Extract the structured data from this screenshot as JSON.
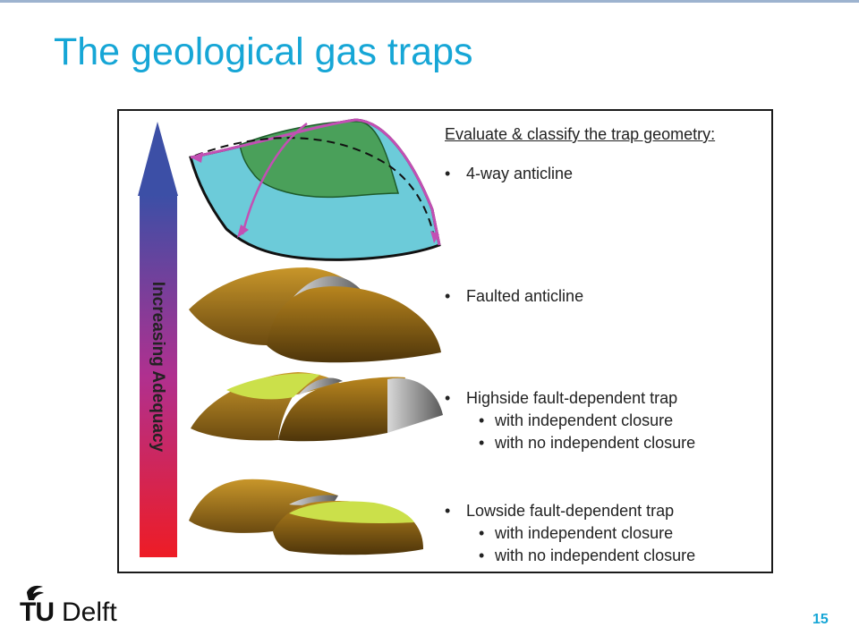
{
  "slide": {
    "title": "The geological gas traps",
    "page_number": "15"
  },
  "figure": {
    "arrow_label": "Increasing Adequacy",
    "heading": "Evaluate & classify the trap geometry:",
    "bullet_glyph": "•",
    "items": [
      {
        "label": "4-way anticline",
        "sub": []
      },
      {
        "label": "Faulted anticline",
        "sub": []
      },
      {
        "label": "Highside fault-dependent trap",
        "sub": [
          "with independent closure",
          "with no independent closure"
        ]
      },
      {
        "label": "Lowside fault-dependent trap",
        "sub": [
          "with independent closure",
          "with no independent closure"
        ]
      }
    ],
    "colors": {
      "arrow_top": "#3c4fa6",
      "arrow_middle": "#b0308f",
      "arrow_bottom": "#ee1c25",
      "water": "#6ccbd9",
      "gas": "#4aa05a",
      "rock": "#b8851e",
      "gas_cap": "#cbe04a",
      "fault_plane": "#8a8a8a",
      "pink_arrow": "#c34fb4"
    }
  },
  "logo": {
    "mark": "TU",
    "name": "Delft"
  }
}
